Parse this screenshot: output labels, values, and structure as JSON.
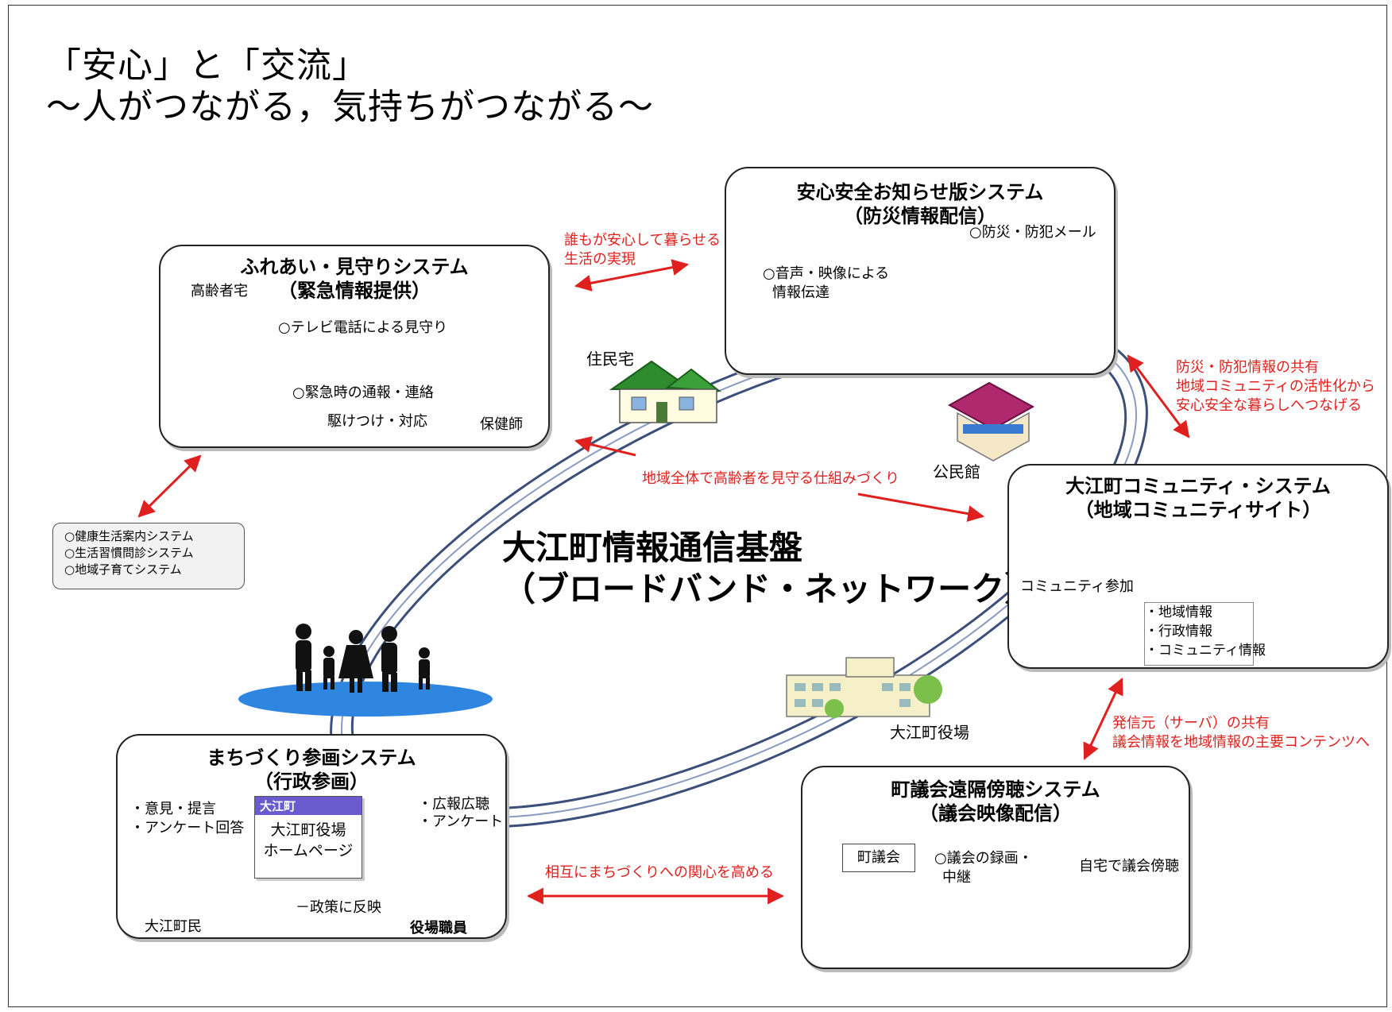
{
  "title": {
    "line1": "「安心」と「交流」",
    "line2": "～人がつながる，気持ちがつながる～"
  },
  "center": {
    "line1": "大江町情報通信基盤",
    "line2": "（ブロードバンド・ネットワーク）"
  },
  "systems": {
    "fureai": {
      "title1": "ふれあい・見守りシステム",
      "title2": "（緊急情報提供）",
      "elderly_home": "高齢者宅",
      "tv_phone": "○テレビ電話による見守り",
      "emergency": "○緊急時の通報・連絡",
      "rush": "駆けつけ・対応",
      "nurse": "保健師"
    },
    "anshin": {
      "title1": "安心安全お知らせ版システム",
      "title2": "（防災情報配信）",
      "mail": "○防災・防犯メール",
      "voice1": "○音声・映像による",
      "voice2": "情報伝達"
    },
    "community": {
      "title1": "大江町コミュニティ・システム",
      "title2": "（地域コミュニティサイト）",
      "participation": "コミュニティ参加",
      "info": [
        "・地域情報",
        "・行政情報",
        "・コミュニティ情報"
      ]
    },
    "machi": {
      "title1": "まちづくり参画システム",
      "title2": "（行政参画）",
      "opinion1": "・意見・提言",
      "opinion2": "・アンケート回答",
      "pr1": "・広報広聴",
      "pr2": "・アンケート",
      "web_bar": "大江町",
      "web1": "大江町役場",
      "web2": "ホームページ",
      "citizens": "大江町民",
      "policy": "－政策に反映",
      "staff": "役場職員"
    },
    "gikai": {
      "title1": "町議会遠隔傍聴システム",
      "title2": "（議会映像配信）",
      "council": "町議会",
      "record1": "○議会の録画・",
      "record2": "中継",
      "home": "自宅で議会傍聴"
    }
  },
  "side_list": [
    "○健康生活案内システム",
    "○生活習慣問診システム",
    "○地域子育てシステム"
  ],
  "places": {
    "residence": "住民宅",
    "hall": "公民館",
    "town_office": "大江町役場"
  },
  "red_notes": {
    "safe_life1": "誰もが安心して暮らせる",
    "safe_life2": "生活の実現",
    "disaster1": "防災・防犯情報の共有",
    "disaster2": "地域コミュニティの活性化から",
    "disaster3": "安心安全な暮らしへつなげる",
    "watch": "地域全体で高齢者を見守る仕組みづくり",
    "server1": "発信元（サーバ）の共有",
    "server2": "議会情報を地域情報の主要コンテンツへ",
    "mutual": "相互にまちづくりへの関心を高める"
  },
  "colors": {
    "arrow_red": "#e0201e",
    "ring_blue": "#3b4f7a",
    "island_blue": "#2f86e0"
  }
}
